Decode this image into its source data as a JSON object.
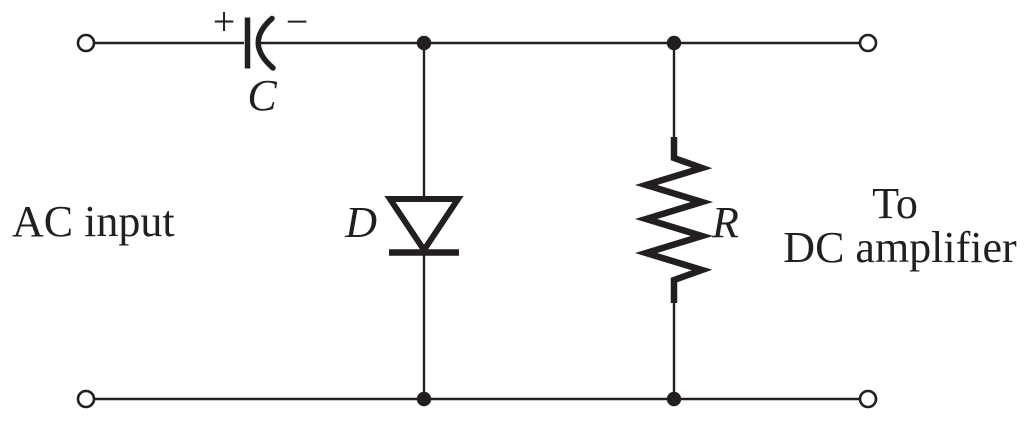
{
  "figure": {
    "kind": "circuit-diagram",
    "ink_color": "#231f20",
    "background_color": "#ffffff"
  },
  "labels": {
    "ac_input": "AC input",
    "plus": "+",
    "minus": "−",
    "capacitor": "C",
    "diode": "D",
    "resistor": "R",
    "output_line1": "To",
    "output_line2": "DC amplifier"
  },
  "components": [
    {
      "ref": "C",
      "type": "polarized capacitor",
      "location": "in series on top wire",
      "polarity": "+ on left straight plate, − on right curved plate"
    },
    {
      "ref": "D",
      "type": "diode",
      "location": "shunt branch between rails, cathode bar toward bottom rail"
    },
    {
      "ref": "R",
      "type": "resistor",
      "location": "shunt branch between rails, right of diode"
    }
  ],
  "terminals": {
    "left_pair": "open circles (AC input)",
    "right_pair": "open circles (to DC amplifier)"
  }
}
